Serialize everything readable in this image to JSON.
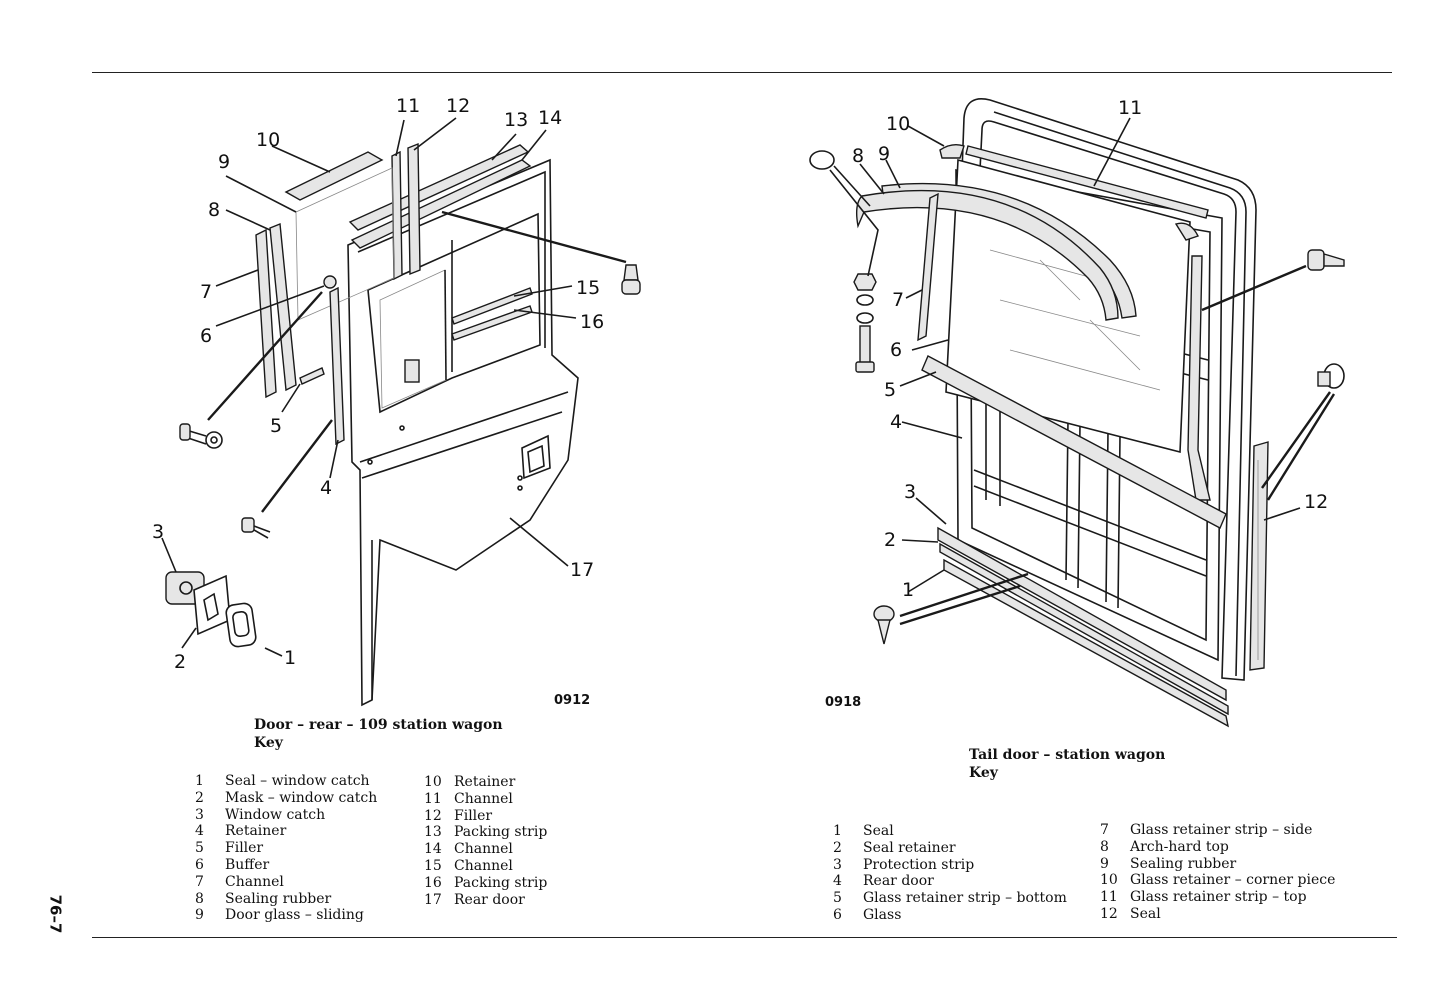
{
  "left_figure": {
    "figure_number": "0912",
    "caption_title": "Door – rear – 109 station wagon",
    "caption_key": "Key",
    "callouts": [
      "1",
      "2",
      "3",
      "4",
      "5",
      "6",
      "7",
      "8",
      "9",
      "10",
      "11",
      "12",
      "13",
      "14",
      "15",
      "16",
      "17"
    ],
    "key_col1": [
      {
        "n": "1",
        "label": "Seal – window catch"
      },
      {
        "n": "2",
        "label": "Mask – window catch"
      },
      {
        "n": "3",
        "label": "Window catch"
      },
      {
        "n": "4",
        "label": "Retainer"
      },
      {
        "n": "5",
        "label": "Filler"
      },
      {
        "n": "6",
        "label": "Buffer"
      },
      {
        "n": "7",
        "label": "Channel"
      },
      {
        "n": "8",
        "label": "Sealing rubber"
      },
      {
        "n": "9",
        "label": "Door glass – sliding"
      }
    ],
    "key_col2": [
      {
        "n": "10",
        "label": "Retainer"
      },
      {
        "n": "11",
        "label": "Channel"
      },
      {
        "n": "12",
        "label": "Filler"
      },
      {
        "n": "13",
        "label": "Packing strip"
      },
      {
        "n": "14",
        "label": "Channel"
      },
      {
        "n": "15",
        "label": "Channel"
      },
      {
        "n": "16",
        "label": "Packing strip"
      },
      {
        "n": "17",
        "label": "Rear door"
      }
    ]
  },
  "right_figure": {
    "figure_number": "0918",
    "caption_title": "Tail door – station wagon",
    "caption_key": "Key",
    "callouts": [
      "1",
      "2",
      "3",
      "4",
      "5",
      "6",
      "7",
      "8",
      "9",
      "10",
      "11",
      "12"
    ],
    "key_col1": [
      {
        "n": "1",
        "label": "Seal"
      },
      {
        "n": "2",
        "label": "Seal retainer"
      },
      {
        "n": "3",
        "label": "Protection strip"
      },
      {
        "n": "4",
        "label": "Rear door"
      },
      {
        "n": "5",
        "label": "Glass retainer strip – bottom"
      },
      {
        "n": "6",
        "label": "Glass"
      }
    ],
    "key_col2": [
      {
        "n": "7",
        "label": "Glass retainer strip – side"
      },
      {
        "n": "8",
        "label": "Arch-hard top"
      },
      {
        "n": "9",
        "label": "Sealing rubber"
      },
      {
        "n": "10",
        "label": "Glass retainer – corner piece"
      },
      {
        "n": "11",
        "label": "Glass retainer strip – top"
      },
      {
        "n": "12",
        "label": "Seal"
      }
    ]
  },
  "page_number": "76–7"
}
